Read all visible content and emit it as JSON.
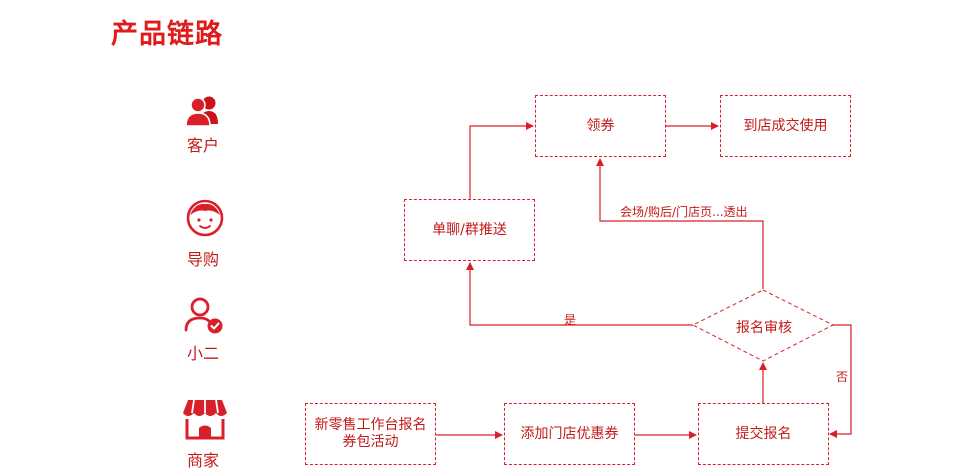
{
  "title": "产品链路",
  "colors": {
    "accent": "#d9202a",
    "text": "#c31a1a",
    "title": "#e01b1b"
  },
  "roles": [
    {
      "key": "customer",
      "label": "客户",
      "icon": "users-icon"
    },
    {
      "key": "guide",
      "label": "导购",
      "icon": "shopping-guide-icon"
    },
    {
      "key": "staff",
      "label": "小二",
      "icon": "user-check-icon"
    },
    {
      "key": "merchant",
      "label": "商家",
      "icon": "storefront-icon"
    }
  ],
  "nodes": {
    "coupon": "领券",
    "use_in_store": "到店成交使用",
    "push": "单聊/群推送",
    "review": "报名审核",
    "signup_activity": "新零售工作台报名券包活动",
    "add_coupon": "添加门店优惠券",
    "submit": "提交报名"
  },
  "edges": {
    "review_yes": "是",
    "review_no": "否",
    "review_expose": "会场/购后/门店页...透出"
  }
}
